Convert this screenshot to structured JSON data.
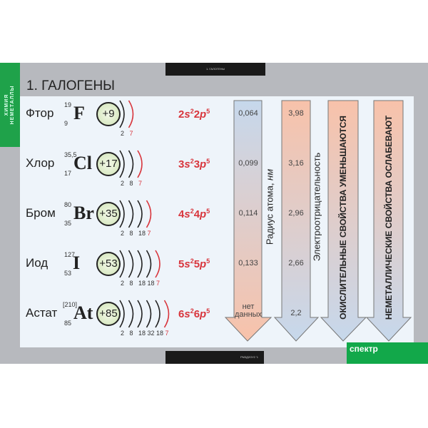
{
  "side_tab": "ХИМИЯ\nНЕМЕТАЛЛЫ",
  "top_tab": "1. ГАЛОГЕНЫ",
  "bottom_tab": "РМ3Д2ОУ2 '1",
  "title": "1. ГАЛОГЕНЫ",
  "logo": "спектр",
  "elements": [
    {
      "name": "Фтор",
      "symbol": "F",
      "mass": "19",
      "number": "9",
      "charge": "+9",
      "shells": [
        "2",
        "7"
      ],
      "config": [
        "2",
        "s",
        "2",
        "2",
        "p",
        "5"
      ]
    },
    {
      "name": "Хлор",
      "symbol": "Cl",
      "mass": "35,5",
      "number": "17",
      "charge": "+17",
      "shells": [
        "2",
        "8",
        "7"
      ],
      "config": [
        "3",
        "s",
        "2",
        "3",
        "p",
        "5"
      ]
    },
    {
      "name": "Бром",
      "symbol": "Br",
      "mass": "80",
      "number": "35",
      "charge": "+35",
      "shells": [
        "2",
        "8",
        "18",
        "7"
      ],
      "config": [
        "4",
        "s",
        "2",
        "4",
        "p",
        "5"
      ]
    },
    {
      "name": "Иод",
      "symbol": "I",
      "mass": "127",
      "number": "53",
      "charge": "+53",
      "shells": [
        "2",
        "8",
        "18",
        "18",
        "7"
      ],
      "config": [
        "5",
        "s",
        "2",
        "5",
        "p",
        "5"
      ]
    },
    {
      "name": "Астат",
      "symbol": "At",
      "mass": "[210]",
      "number": "85",
      "charge": "+85",
      "shells": [
        "2",
        "8",
        "18",
        "32",
        "18",
        "7"
      ],
      "config": [
        "6",
        "s",
        "2",
        "6",
        "p",
        "5"
      ]
    }
  ],
  "radius": {
    "label": "Радиус атома, ",
    "unit": "нм",
    "values": [
      "0,064",
      "0,099",
      "0,114",
      "0,133",
      "нет данных"
    ]
  },
  "electroneg": {
    "label": "Электроотрицательность",
    "values": [
      "3,98",
      "3,16",
      "2,96",
      "2,66",
      "2,2"
    ]
  },
  "arrow3": "ОКИСЛИТЕЛЬНЫЕ СВОЙСТВА УМЕНЬШАЮТСЯ",
  "arrow4": "НЕМЕТАЛЛИЧЕСКИЕ СВОЙСТВА ОСЛАБЕВАЮТ",
  "colors": {
    "green": "#1fa24a",
    "red": "#d8353c",
    "peach": "#f7c4ae",
    "blue": "#c9d9ea"
  }
}
